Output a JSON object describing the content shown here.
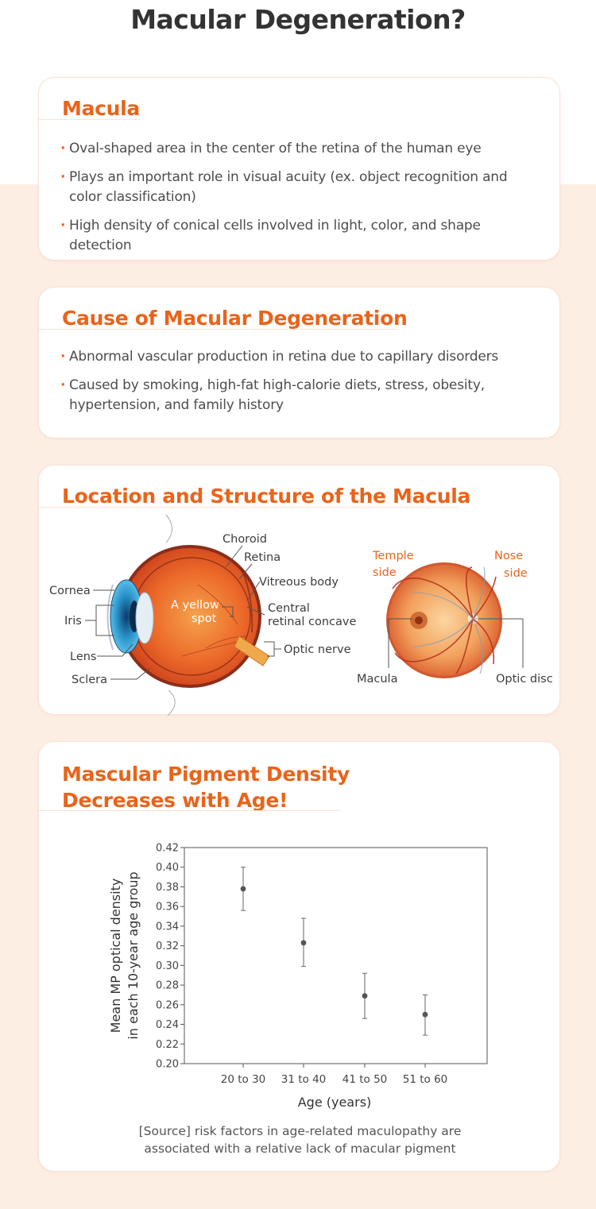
{
  "page_title": "Macular Degeneration?",
  "macula_card": {
    "title": "Macula",
    "bullets": [
      "Oval-shaped area in the center of the retina of the human eye",
      "Plays an important role in visual acuity (ex. object recognition and color classification)",
      "High density of conical cells involved in light, color, and shape detection"
    ]
  },
  "cause_card": {
    "title": "Cause of Macular Degeneration",
    "bullets": [
      "Abnormal vascular production in retina due to capillary disorders",
      "Caused by smoking, high-fat high-calorie diets, stress, obesity, hypertension, and family history"
    ]
  },
  "location_card": {
    "title": "Location and Structure of the Macula",
    "eye_labels": {
      "choroid": "Choroid",
      "retina": "Retina",
      "vitreous": "Vitreous body",
      "cornea": "Cornea",
      "yellow_spot_1": "A yellow",
      "yellow_spot_2": "spot",
      "central_1": "Central",
      "central_2": "retinal concave",
      "iris": "Iris",
      "optic_nerve": "Optic nerve",
      "lens": "Lens",
      "sclera": "Sclera"
    },
    "fundus_labels": {
      "temple_1": "Temple",
      "temple_2": "side",
      "nose_1": "Nose",
      "nose_2": "side",
      "macula": "Macula",
      "optic_disc": "Optic disc"
    },
    "colors": {
      "accent": "#e8641b",
      "eyeball": "#e8572a",
      "iris": "#2a93c9"
    }
  },
  "chart_card": {
    "title_line1": "Mascular Pigment Density",
    "title_line2": "Decreases with Age!",
    "source_line1": "[Source] risk factors in age-related maculopathy are",
    "source_line2": "associated with a relative lack of macular pigment"
  },
  "chart_data": {
    "type": "scatter",
    "categories": [
      "20 to 30",
      "31 to 40",
      "41 to 50",
      "51 to 60"
    ],
    "series": [
      {
        "values": [
          0.378,
          0.323,
          0.269,
          0.25
        ],
        "error_low": [
          0.356,
          0.299,
          0.246,
          0.229
        ],
        "error_high": [
          0.4,
          0.348,
          0.292,
          0.27
        ]
      }
    ],
    "xlabel": "Age (years)",
    "ylabel_line1": "Mean MP optical density",
    "ylabel_line2": "in each 10-year age group",
    "ylim": [
      0.2,
      0.42
    ],
    "yticks": [
      "0.20",
      "0.22",
      "0.24",
      "0.26",
      "0.28",
      "0.30",
      "0.32",
      "0.34",
      "0.36",
      "0.38",
      "0.40",
      "0.42"
    ],
    "grid": false
  }
}
